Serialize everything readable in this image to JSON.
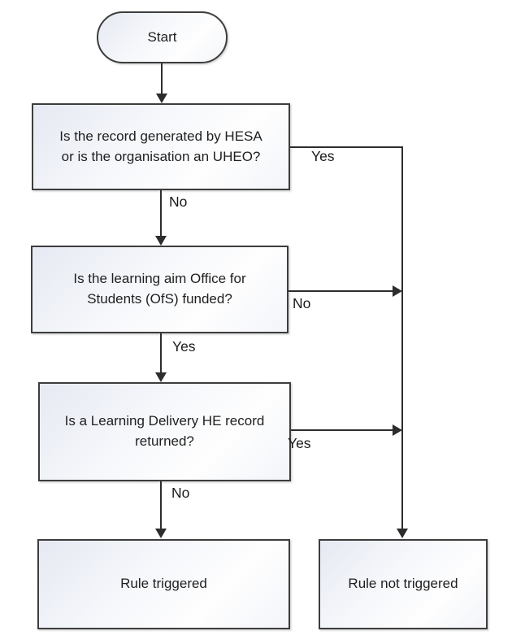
{
  "flowchart": {
    "start": {
      "label": "Start"
    },
    "q1": {
      "line1": "Is the record generated by HESA",
      "line2": "or is the organisation an UHEO?",
      "yes_label": "Yes",
      "no_label": "No"
    },
    "q2": {
      "line1": "Is the learning aim Office for",
      "line2": "Students (OfS) funded?",
      "no_label": "No",
      "yes_label": "Yes"
    },
    "q3": {
      "line1": "Is a Learning Delivery HE record",
      "line2": "returned?",
      "yes_label": "Yes",
      "no_label": "No"
    },
    "outcome_triggered": {
      "label": "Rule triggered"
    },
    "outcome_not_triggered": {
      "label": "Rule not triggered"
    }
  },
  "colors": {
    "line": "#2d2d2d",
    "node_border": "#3d3d3d",
    "node_fill_start": "#e6e9f2",
    "node_fill_end": "#fefefe",
    "text": "#1f1f1f",
    "background": "#ffffff"
  }
}
